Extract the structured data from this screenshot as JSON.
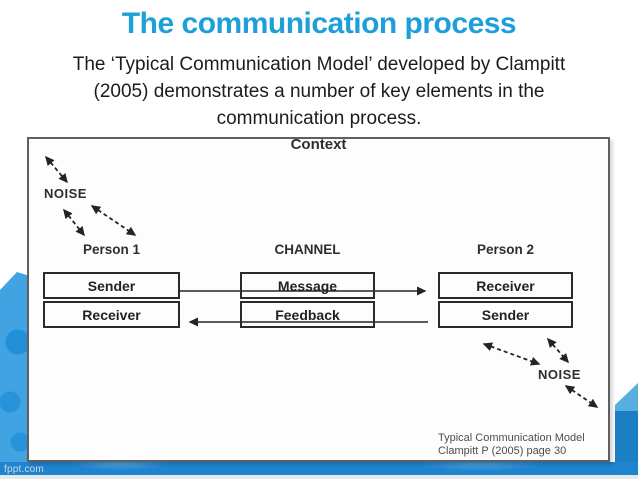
{
  "slide": {
    "title": "The communication process",
    "subtitle_lines": [
      "The ‘Typical Communication Model’ developed by Clampitt",
      "(2005) demonstrates a number of key elements in the",
      "communication process."
    ],
    "watermark": "fppt.com"
  },
  "diagram": {
    "context_label": "Context",
    "noise_top_label": "NOISE",
    "noise_bottom_label": "NOISE",
    "columns": [
      {
        "heading": "Person 1",
        "rows": [
          "Sender",
          "Receiver"
        ]
      },
      {
        "heading": "CHANNEL",
        "rows": [
          "Message",
          "Feedback"
        ]
      },
      {
        "heading": "Person 2",
        "rows": [
          "Receiver",
          "Sender"
        ]
      }
    ],
    "citation": [
      "Typical Communication Model",
      "Clampitt P (2005) page 30"
    ]
  },
  "colors": {
    "title_accent": "#1d9fd9",
    "decor_light_blue": "#41a3e2",
    "decor_dark_blue": "#1d7fc3",
    "bottom_bar_blue": "#1e84cf",
    "diagram_ink": "#2b2b2b"
  }
}
